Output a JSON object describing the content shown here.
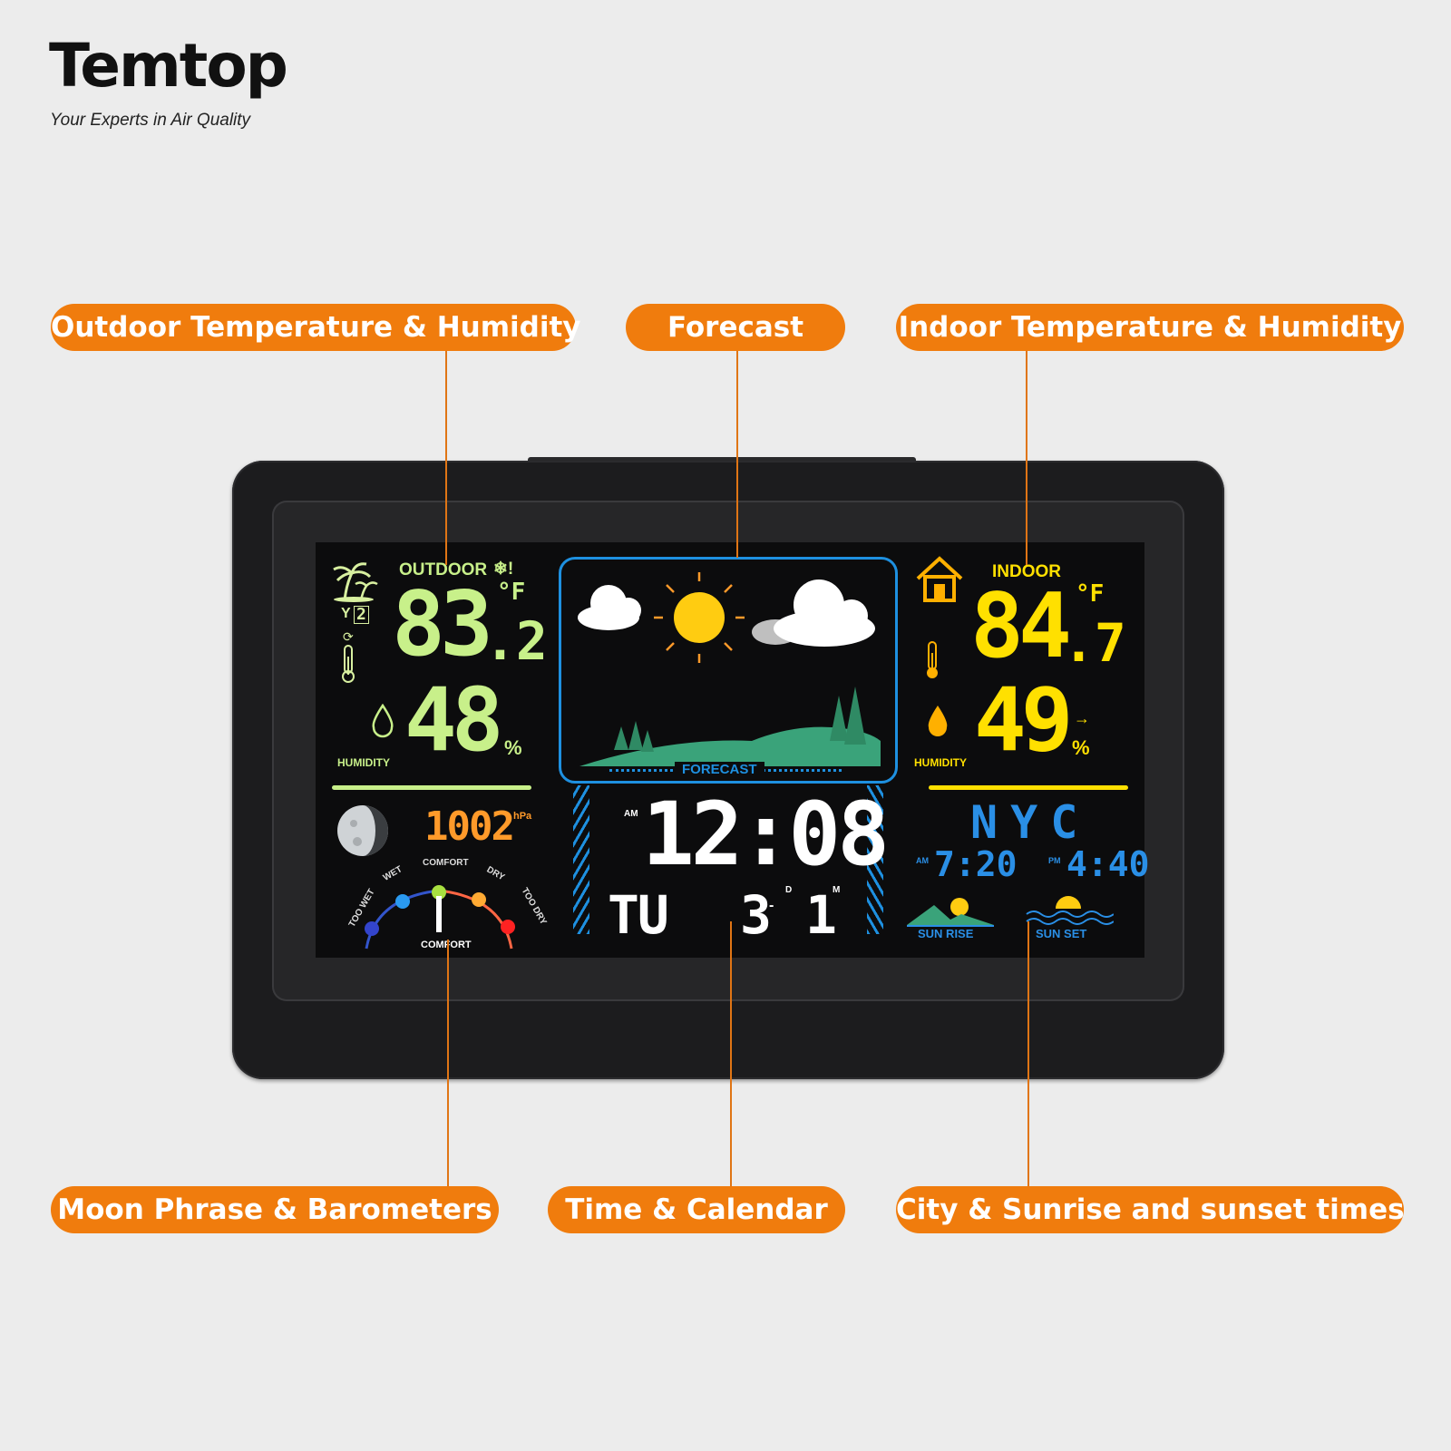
{
  "brand": {
    "name": "Temtop",
    "tagline": "Your Experts in Air Quality"
  },
  "labels": {
    "outdoor": "Outdoor Temperature & Humidity",
    "forecast": "Forecast",
    "indoor": "Indoor Temperature & Humidity",
    "moon": "Moon Phrase & Barometers",
    "time": "Time & Calendar",
    "city": "City & Sunrise and sunset times"
  },
  "screen": {
    "outdoor": {
      "title": "OUTDOOR",
      "temp_main": "83",
      "temp_dec": ".2",
      "unit": "°F",
      "humidity_label": "HUMIDITY",
      "humidity": "48",
      "pct": "%",
      "channel": "2"
    },
    "indoor": {
      "title": "INDOOR",
      "temp_main": "84",
      "temp_dec": ".7",
      "unit": "°F",
      "humidity_label": "HUMIDITY",
      "humidity": "49",
      "pct": "%",
      "trend": "→"
    },
    "forecast_label": "FORECAST",
    "pressure": {
      "value": "1002",
      "unit": "hPa"
    },
    "comfort": {
      "scale": [
        "TOO WET",
        "WET",
        "COMFORT",
        "DRY",
        "TOO DRY"
      ],
      "status": "COMFORT"
    },
    "clock": {
      "ampm": "AM",
      "time": "12:08",
      "day": "TU",
      "month": "3",
      "date": "1",
      "d_label": "D",
      "m_label": "M"
    },
    "city": {
      "name": "NYC",
      "sunrise_ampm": "AM",
      "sunrise": "7:20",
      "sunset_ampm": "PM",
      "sunset": "4:40",
      "sunrise_label": "SUN RISE",
      "sunset_label": "SUN SET"
    }
  },
  "colors": {
    "accent": "#f07c0d",
    "outdoor": "#c8f08a",
    "indoor": "#ffe000",
    "forecast": "#1e90e0",
    "pressure": "#ff9a2a",
    "city": "#2a8fe6"
  }
}
